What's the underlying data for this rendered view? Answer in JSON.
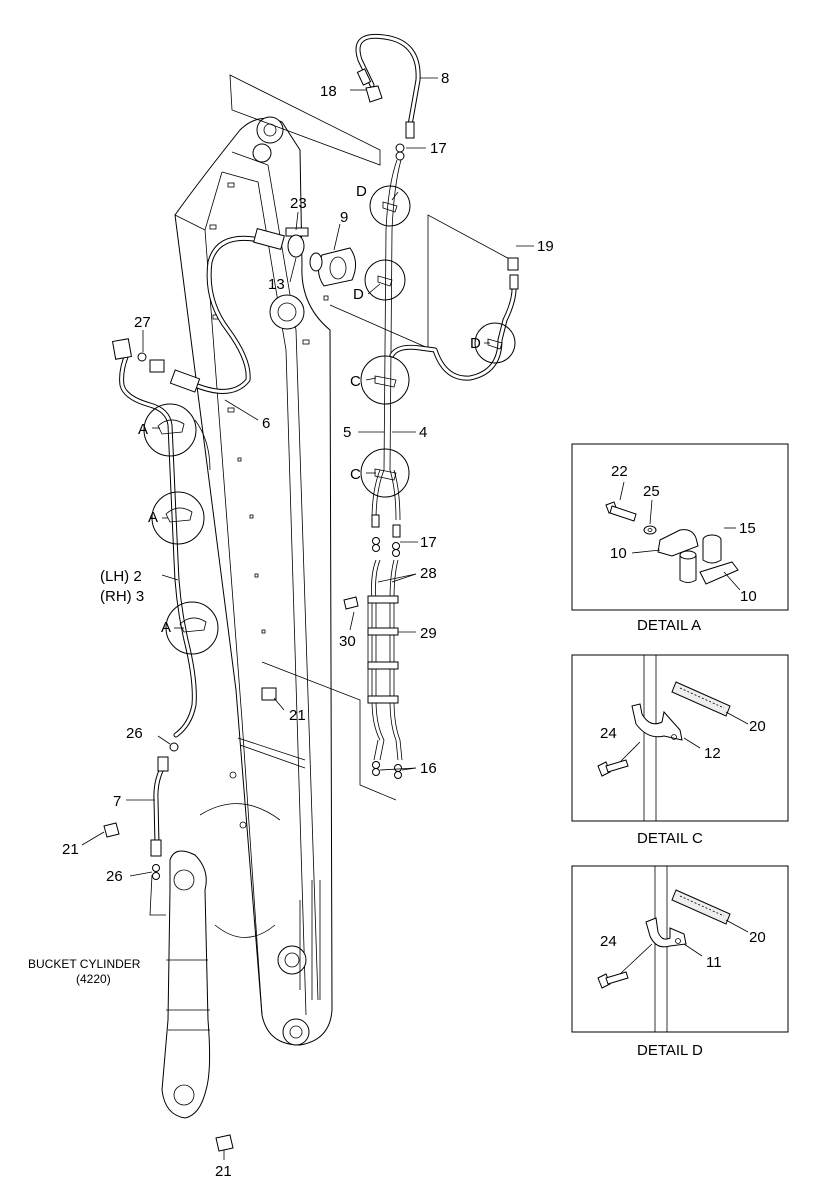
{
  "callouts": [
    {
      "id": "c18",
      "text": "18"
    },
    {
      "id": "c8",
      "text": "8"
    },
    {
      "id": "c17a",
      "text": "17"
    },
    {
      "id": "cD1",
      "text": "D"
    },
    {
      "id": "c23",
      "text": "23"
    },
    {
      "id": "c9",
      "text": "9"
    },
    {
      "id": "c19",
      "text": "19"
    },
    {
      "id": "cD2",
      "text": "D"
    },
    {
      "id": "c13",
      "text": "13"
    },
    {
      "id": "cD3",
      "text": "D"
    },
    {
      "id": "c27",
      "text": "27"
    },
    {
      "id": "cC1",
      "text": "C"
    },
    {
      "id": "c6",
      "text": "6"
    },
    {
      "id": "cA1",
      "text": "A"
    },
    {
      "id": "c5",
      "text": "5"
    },
    {
      "id": "c4",
      "text": "4"
    },
    {
      "id": "cC2",
      "text": "C"
    },
    {
      "id": "cA2",
      "text": "A"
    },
    {
      "id": "c17b",
      "text": "17"
    },
    {
      "id": "c28",
      "text": "28"
    },
    {
      "id": "cLH2",
      "text": "(LH) 2"
    },
    {
      "id": "cRH3",
      "text": "(RH) 3"
    },
    {
      "id": "c30",
      "text": "30"
    },
    {
      "id": "c29",
      "text": "29"
    },
    {
      "id": "cA3",
      "text": "A"
    },
    {
      "id": "c21a",
      "text": "21"
    },
    {
      "id": "c26a",
      "text": "26"
    },
    {
      "id": "c16",
      "text": "16"
    },
    {
      "id": "c7",
      "text": "7"
    },
    {
      "id": "c21b",
      "text": "21"
    },
    {
      "id": "c26b",
      "text": "26"
    },
    {
      "id": "c21c",
      "text": "21"
    }
  ],
  "bucket_cylinder": {
    "line1": "BUCKET CYLINDER",
    "line2": "(4220)"
  },
  "detail_a": {
    "caption": "DETAIL A",
    "labels": {
      "l22": "22",
      "l25": "25",
      "l15": "15",
      "l10a": "10",
      "l10b": "10"
    }
  },
  "detail_c": {
    "caption": "DETAIL C",
    "labels": {
      "l20": "20",
      "l24": "24",
      "l12": "12"
    }
  },
  "detail_d": {
    "caption": "DETAIL D",
    "labels": {
      "l20": "20",
      "l24": "24",
      "l11": "11"
    }
  }
}
